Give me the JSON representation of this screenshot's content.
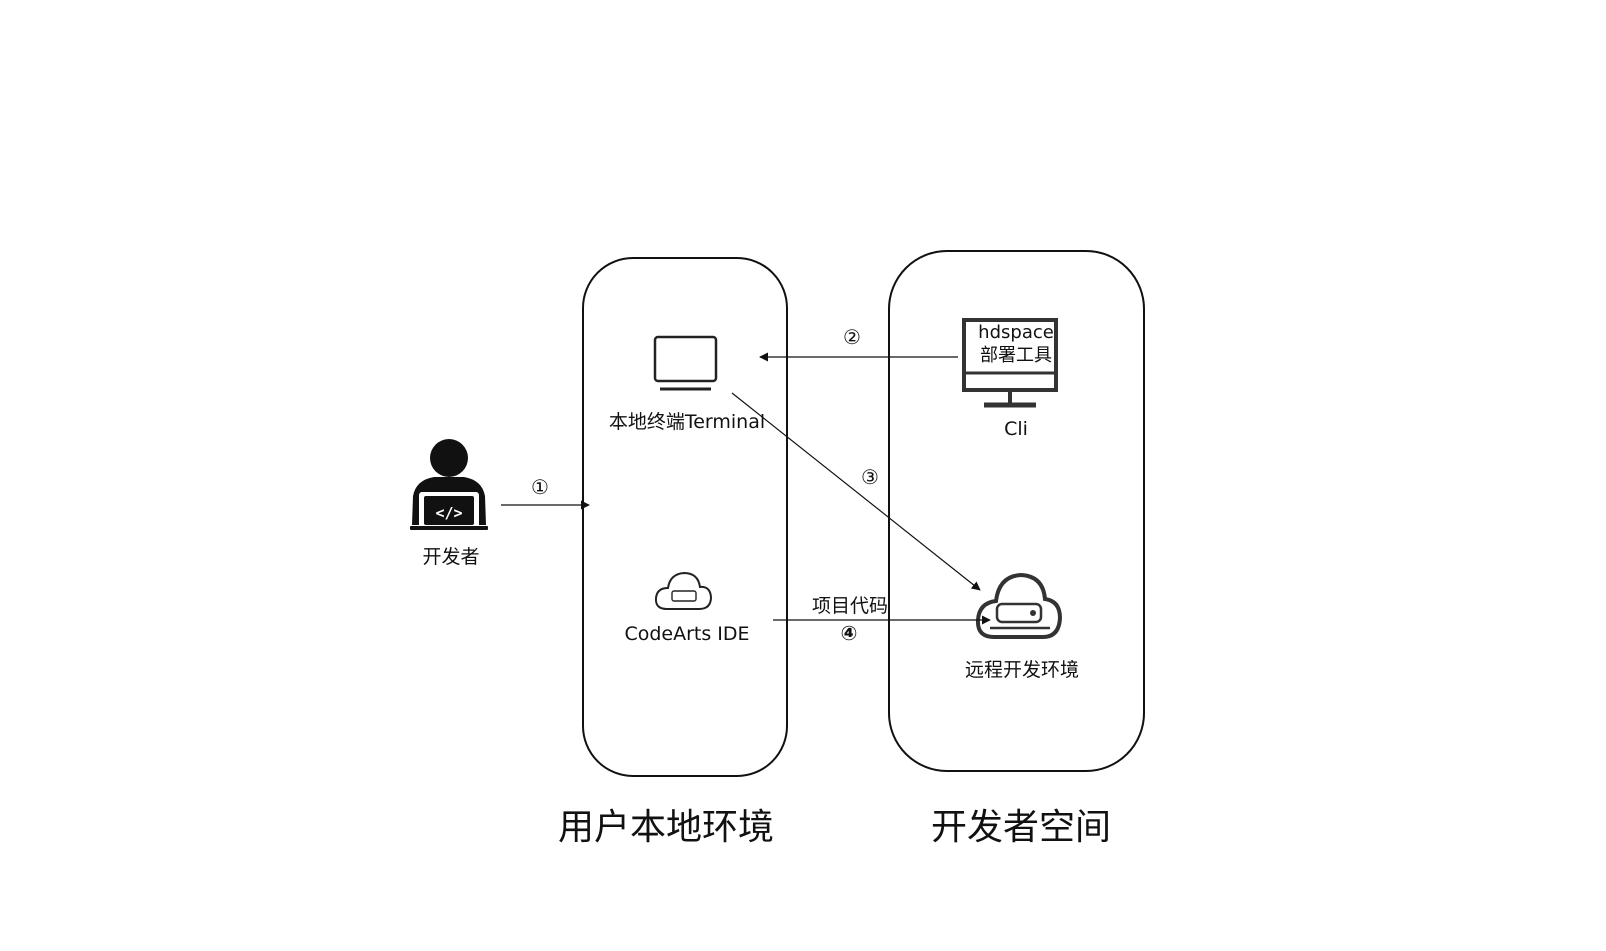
{
  "labels": {
    "developer": "开发者",
    "terminal": "本地终端Terminal",
    "ide": "CodeArts IDE",
    "cli": "Cli",
    "cli_screen_line1": "hdspace",
    "cli_screen_line2": "部署工具",
    "remote_env": "远程开发环境",
    "code_arrow_label": "项目代码",
    "group_local": "用户本地环境",
    "group_space": "开发者空间"
  },
  "steps": {
    "s1": "①",
    "s2": "②",
    "s3": "③",
    "s4": "④"
  },
  "icons": {
    "developer": "developer-with-laptop-icon",
    "terminal": "monitor-icon",
    "ide": "cloud-ide-icon",
    "cli": "desktop-computer-icon",
    "remote": "cloud-server-icon"
  }
}
